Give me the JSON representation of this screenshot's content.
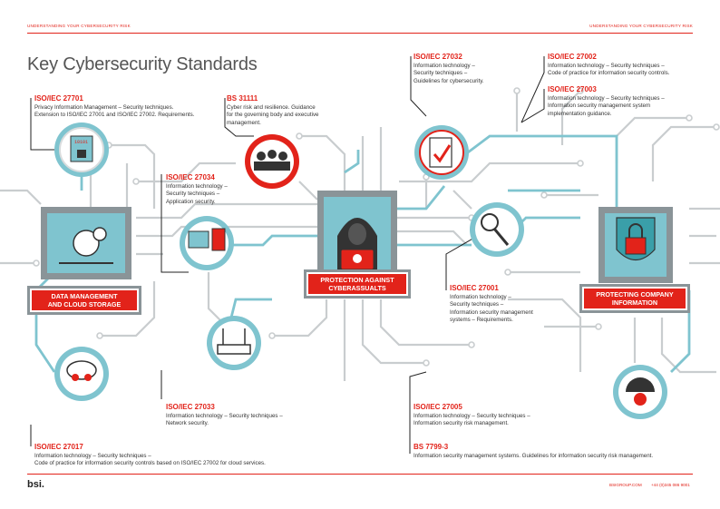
{
  "header": {
    "left": "UNDERSTANDING YOUR CYBERSECURITY RISK",
    "right": "UNDERSTANDING YOUR CYBERSECURITY RISK"
  },
  "title": "Key Cybersecurity Standards",
  "hubs": {
    "data": "DATA MANAGEMENT\nAND CLOUD STORAGE",
    "protection": "PROTECTION AGAINST\nCYBERASSUALTS",
    "company": "PROTECTING COMPANY\nINFORMATION"
  },
  "standards": [
    {
      "code": "ISO/IEC 27701",
      "desc": "Privacy Information Management – Security techniques.\nExtension to ISO/IEC 27001 and ISO/IEC 27002. Requirements."
    },
    {
      "code": "BS 31111",
      "desc": "Cyber risk and resilience. Guidance\nfor the governing body and executive\nmanagement."
    },
    {
      "code": "ISO/IEC 27032",
      "desc": "Information technology –\nSecurity techniques –\nGuidelines for cybersecurity."
    },
    {
      "code": "ISO/IEC 27002",
      "desc": "Information technology – Security techniques –\nCode of practice for information security controls."
    },
    {
      "code": "ISO/IEC 27003",
      "desc": "Information technology – Security techniques –\nInformation security management system\nimplementation guidance."
    },
    {
      "code": "ISO/IEC 27034",
      "desc": "Information technology –\nSecurity techniques –\nApplication security."
    },
    {
      "code": "ISO/IEC 27001",
      "desc": "Information technology –\nSecurity techniques –\nInformation security management\nsystems – Requirements."
    },
    {
      "code": "ISO/IEC 27033",
      "desc": "Information technology – Security techniques –\nNetwork security."
    },
    {
      "code": "ISO/IEC 27005",
      "desc": "Information technology – Security techniques –\nInformation security risk management."
    },
    {
      "code": "BS 7799-3",
      "desc": "Information security management systems. Guidelines for information security risk management."
    },
    {
      "code": "ISO/IEC 27017",
      "desc": "Information technology – Security techniques –\nCode of practice for information security controls based on ISO/IEC 27002 for cloud services."
    }
  ],
  "footer": {
    "logo": "bsi.",
    "url": "BSIGROUP.COM",
    "tel": "+44 (0)345 086 9001"
  },
  "colors": {
    "accent": "#e2231a",
    "teal": "#7fc4cf",
    "grey": "#8a9498",
    "circuit": "#c9cdcf"
  }
}
